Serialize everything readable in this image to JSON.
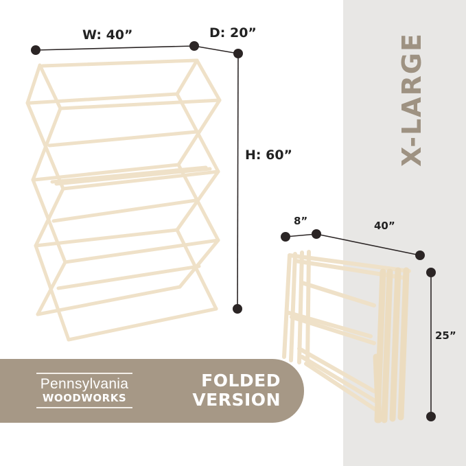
{
  "brand": {
    "line1": "Pennsylvania",
    "line2": "WOODWORKS",
    "banner_color": "#a69886"
  },
  "size_label": "X-LARGE",
  "banner": {
    "line1": "FOLDED",
    "line2": "VERSION"
  },
  "unfolded_dimensions": {
    "width": "W: 40”",
    "depth": "D: 20”",
    "height": "H: 60”"
  },
  "folded_dimensions": {
    "depth": "8”",
    "width": "40”",
    "height": "25”"
  },
  "colors": {
    "panel": "#e8e7e5",
    "label_text": "#9e9282",
    "dimension_dot": "#2b2525",
    "wood": "#efe1c8"
  }
}
